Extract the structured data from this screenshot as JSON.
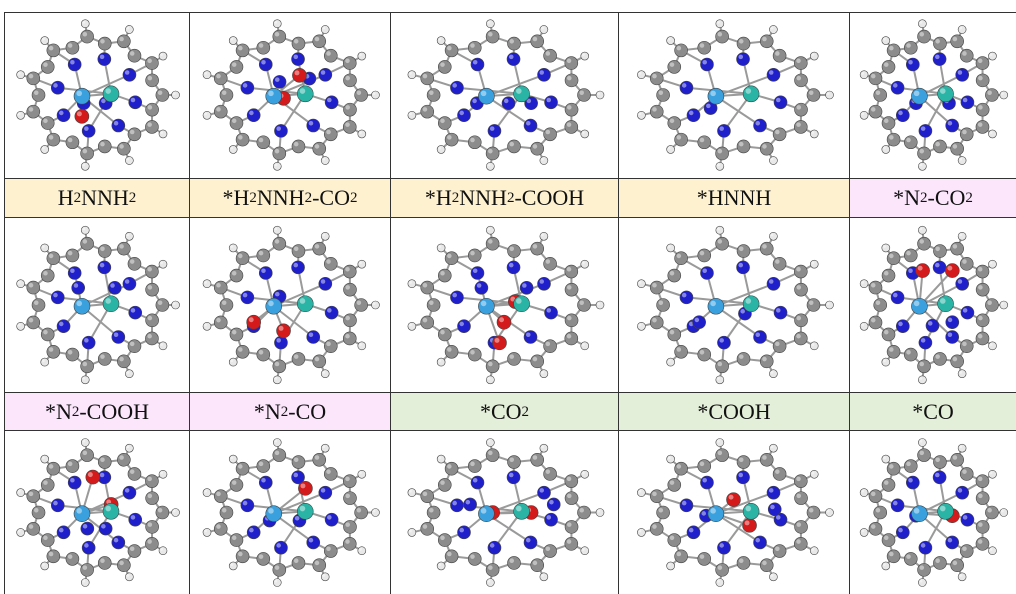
{
  "colors": {
    "carbon": "#8c8c8c",
    "hydrogen": "#e8e8e8",
    "nitrogen": "#1f1fcc",
    "oxygen": "#d41a1a",
    "metal_a": "#3aa0de",
    "metal_b": "#2ab4a6",
    "bond": "#9a9a9a",
    "label_bg_yellow": "#fdf1d0",
    "label_bg_pink": "#fbe6fb",
    "label_bg_green": "#e4efd9"
  },
  "rows": [
    {
      "labels": [
        {
          "base": "*H",
          "parts": [
            [
              "H",
              "2"
            ],
            [
              "NNH",
              "2"
            ]
          ],
          "bg": "yellow"
        },
        {
          "parts": [
            [
              "*H",
              "2"
            ],
            [
              "NNH",
              "2"
            ],
            [
              "-CO",
              "2"
            ]
          ],
          "bg": "yellow"
        },
        {
          "parts": [
            [
              "*H",
              "2"
            ],
            [
              "NNH",
              "2"
            ],
            [
              "-COOH",
              ""
            ]
          ],
          "bg": "yellow"
        },
        {
          "parts": [
            [
              "*HNNH",
              ""
            ]
          ],
          "bg": "yellow"
        },
        {
          "parts": [
            [
              "*N",
              "2"
            ],
            [
              "-CO",
              "2"
            ]
          ],
          "bg": "pink"
        }
      ]
    },
    {
      "labels": [
        {
          "parts": [
            [
              "*N",
              "2"
            ],
            [
              "-COOH",
              ""
            ]
          ],
          "bg": "pink"
        },
        {
          "parts": [
            [
              "*N",
              "2"
            ],
            [
              "-CO",
              ""
            ]
          ],
          "bg": "pink"
        },
        {
          "parts": [
            [
              "*CO",
              "2"
            ]
          ],
          "bg": "green"
        },
        {
          "parts": [
            [
              "*COOH",
              ""
            ]
          ],
          "bg": "green"
        },
        {
          "parts": [
            [
              "*CO",
              ""
            ]
          ],
          "bg": "green"
        }
      ]
    }
  ],
  "molecules": [
    {
      "ox": [
        [
          0.42,
          0.63
        ]
      ],
      "extraN": [
        [
          0.43,
          0.55
        ],
        [
          0.55,
          0.55
        ]
      ]
    },
    {
      "ox": [
        [
          0.55,
          0.38
        ],
        [
          0.47,
          0.52
        ]
      ],
      "extraN": [
        [
          0.45,
          0.42
        ],
        [
          0.6,
          0.4
        ]
      ]
    },
    {
      "ox": [],
      "extraN": [
        [
          0.38,
          0.55
        ],
        [
          0.52,
          0.55
        ],
        [
          0.62,
          0.55
        ]
      ]
    },
    {
      "ox": [],
      "extraN": [
        [
          0.4,
          0.58
        ],
        [
          0.58,
          0.5
        ]
      ]
    },
    {
      "ox": [],
      "extraN": [
        [
          0.4,
          0.55
        ],
        [
          0.6,
          0.55
        ]
      ]
    },
    {
      "ox": [],
      "extraN": [
        [
          0.4,
          0.4
        ],
        [
          0.6,
          0.4
        ]
      ]
    },
    {
      "ox": [
        [
          0.32,
          0.6
        ],
        [
          0.47,
          0.65
        ]
      ],
      "extraN": [
        [
          0.45,
          0.45
        ]
      ]
    },
    {
      "ox": [
        [
          0.55,
          0.48
        ],
        [
          0.5,
          0.6
        ],
        [
          0.48,
          0.72
        ]
      ],
      "extraN": [
        [
          0.4,
          0.4
        ],
        [
          0.6,
          0.4
        ]
      ]
    },
    {
      "ox": [],
      "extraN": [
        [
          0.35,
          0.6
        ],
        [
          0.55,
          0.55
        ]
      ]
    },
    {
      "ox": [
        [
          0.44,
          0.3
        ],
        [
          0.62,
          0.3
        ]
      ],
      "extraN": [
        [
          0.5,
          0.62
        ],
        [
          0.62,
          0.6
        ]
      ]
    },
    {
      "ox": [
        [
          0.48,
          0.28
        ],
        [
          0.58,
          0.45
        ]
      ],
      "extraN": [
        [
          0.45,
          0.6
        ],
        [
          0.55,
          0.6
        ]
      ]
    },
    {
      "ox": [
        [
          0.58,
          0.35
        ]
      ],
      "extraN": [
        [
          0.4,
          0.55
        ],
        [
          0.55,
          0.55
        ]
      ]
    },
    {
      "ox": [
        [
          0.45,
          0.5
        ],
        [
          0.62,
          0.5
        ]
      ],
      "extraN": [
        [
          0.35,
          0.45
        ],
        [
          0.72,
          0.45
        ]
      ]
    },
    {
      "ox": [
        [
          0.5,
          0.42
        ],
        [
          0.57,
          0.58
        ]
      ],
      "extraN": [
        [
          0.38,
          0.52
        ],
        [
          0.68,
          0.48
        ]
      ]
    },
    {
      "ox": [
        [
          0.62,
          0.52
        ]
      ],
      "extraN": [
        [
          0.4,
          0.52
        ]
      ]
    }
  ]
}
